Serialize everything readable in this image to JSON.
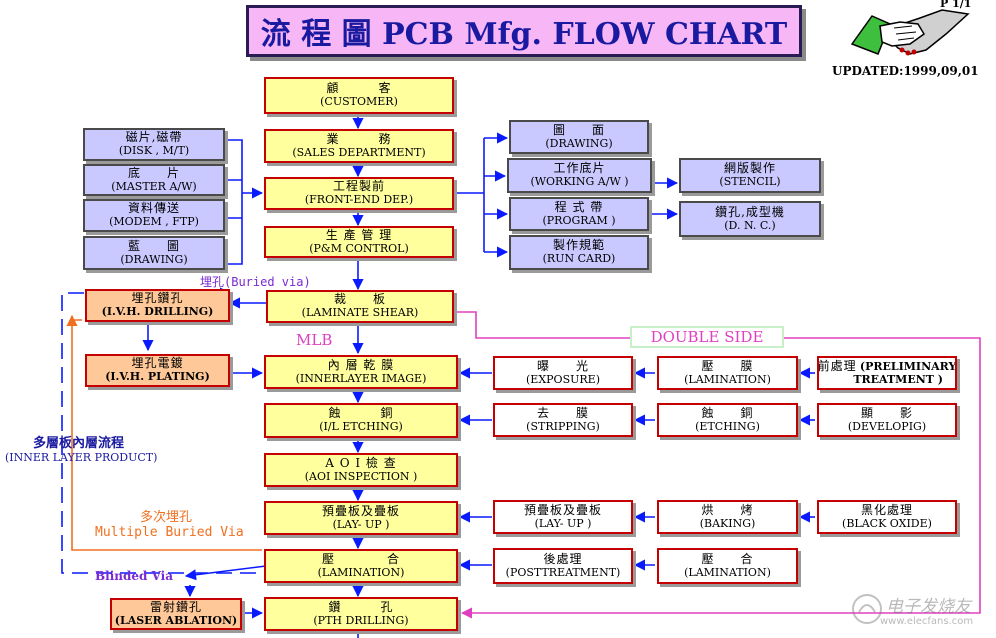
{
  "title": "流 程 圖 PCB Mfg. FLOW CHART",
  "page_no": "P 1/1",
  "updated": "UPDATED:1999,09,01",
  "watermark": "电子发烧友",
  "watermark_url": "www.elecfans.com",
  "main_flow": [
    {
      "zh": "顧　　　客",
      "en": "(CUSTOMER)"
    },
    {
      "zh": "業　　　務",
      "en": "(SALES DEPARTMENT)"
    },
    {
      "zh": "工程製前",
      "en": "(FRONT-END DEP.)"
    },
    {
      "zh": "生 產 管 理",
      "en": "(P&M CONTROL)"
    },
    {
      "zh": "裁　　板",
      "en": "(LAMINATE SHEAR)"
    },
    {
      "zh": "內 層 乾 膜",
      "en": "(INNERLAYER IMAGE)"
    },
    {
      "zh": "蝕　　　銅",
      "en": "(I/L ETCHING)"
    },
    {
      "zh": "A O I 檢 查",
      "en": "(AOI INSPECTION )"
    },
    {
      "zh": "預疊板及疊板",
      "en": "(LAY- UP )"
    },
    {
      "zh": "壓　　　　合",
      "en": "(LAMINATION)"
    },
    {
      "zh": "鑽　　　孔",
      "en": "(PTH DRILLING)"
    }
  ],
  "left_inputs": [
    {
      "zh": "磁片,磁帶",
      "en": "(DISK , M/T)"
    },
    {
      "zh": "底　　片",
      "en": "(MASTER A/W)"
    },
    {
      "zh": "資料傳送",
      "en": "(MODEM , FTP)"
    },
    {
      "zh": "藍　　圖",
      "en": "(DRAWING)"
    }
  ],
  "right_outputs": [
    {
      "zh": "圖　　面",
      "en": "(DRAWING)"
    },
    {
      "zh": "工作底片",
      "en": "(WORKING A/W )"
    },
    {
      "zh": "程 式 帶",
      "en": "(PROGRAM )"
    },
    {
      "zh": "製作規範",
      "en": "(RUN CARD)"
    }
  ],
  "far_right": [
    {
      "zh": "網版製作",
      "en": "(STENCIL)"
    },
    {
      "zh": "鑽孔,成型機",
      "en": "(D. N. C.)"
    }
  ],
  "buried_via": {
    "label": "埋孔(Buried via)",
    "drilling": {
      "zh": "埋孔鑽孔",
      "en": "(I.V.H. DRILLING)"
    },
    "plating": {
      "zh": "埋孔電鍍",
      "en": "(I.V.H. PLATING)"
    }
  },
  "mlb": "MLB",
  "double_side": "DOUBLE SIDE",
  "inner_layer": {
    "zh": "多層板內層流程",
    "en": "(INNER LAYER PRODUCT)"
  },
  "multiple_buried": {
    "zh": "多次埋孔",
    "en": "Multiple Buried Via"
  },
  "blinded_via": "Blinded Via",
  "laser": {
    "zh": "雷射鑽孔",
    "en": "(LASER ABLATION)"
  },
  "image_chain": [
    {
      "zh": "曝　　光",
      "en": "(EXPOSURE)"
    },
    {
      "zh": "壓　　膜",
      "en": "(LAMINATION)"
    },
    {
      "zh": "前處理",
      "en": "(PRELIMINARY",
      "en2": "TREATMENT )"
    }
  ],
  "etch_chain": [
    {
      "zh": "去　　膜",
      "en": "(STRIPPING)"
    },
    {
      "zh": "蝕　　銅",
      "en": "(ETCHING)"
    },
    {
      "zh": "顯　　影",
      "en": "(DEVELOPIG)"
    }
  ],
  "layup_chain": [
    {
      "zh": "預疊板及疊板",
      "en": "(LAY- UP )"
    },
    {
      "zh": "烘　　烤",
      "en": "(BAKING)"
    },
    {
      "zh": "黑化處理",
      "en": "(BLACK OXIDE)"
    }
  ],
  "lam_chain": [
    {
      "zh": "後處理",
      "en": "(POSTTREATMENT)"
    },
    {
      "zh": "壓　　合",
      "en": "(LAMINATION)"
    }
  ],
  "colors": {
    "main_fill": "#ffff9e",
    "input_fill": "#c9c9ff",
    "buried_fill": "#ffc898",
    "border_red": "#c40000",
    "arrow_blue": "#0a1aff",
    "arrow_orange": "#f07020",
    "arrow_magenta": "#e040c0"
  }
}
